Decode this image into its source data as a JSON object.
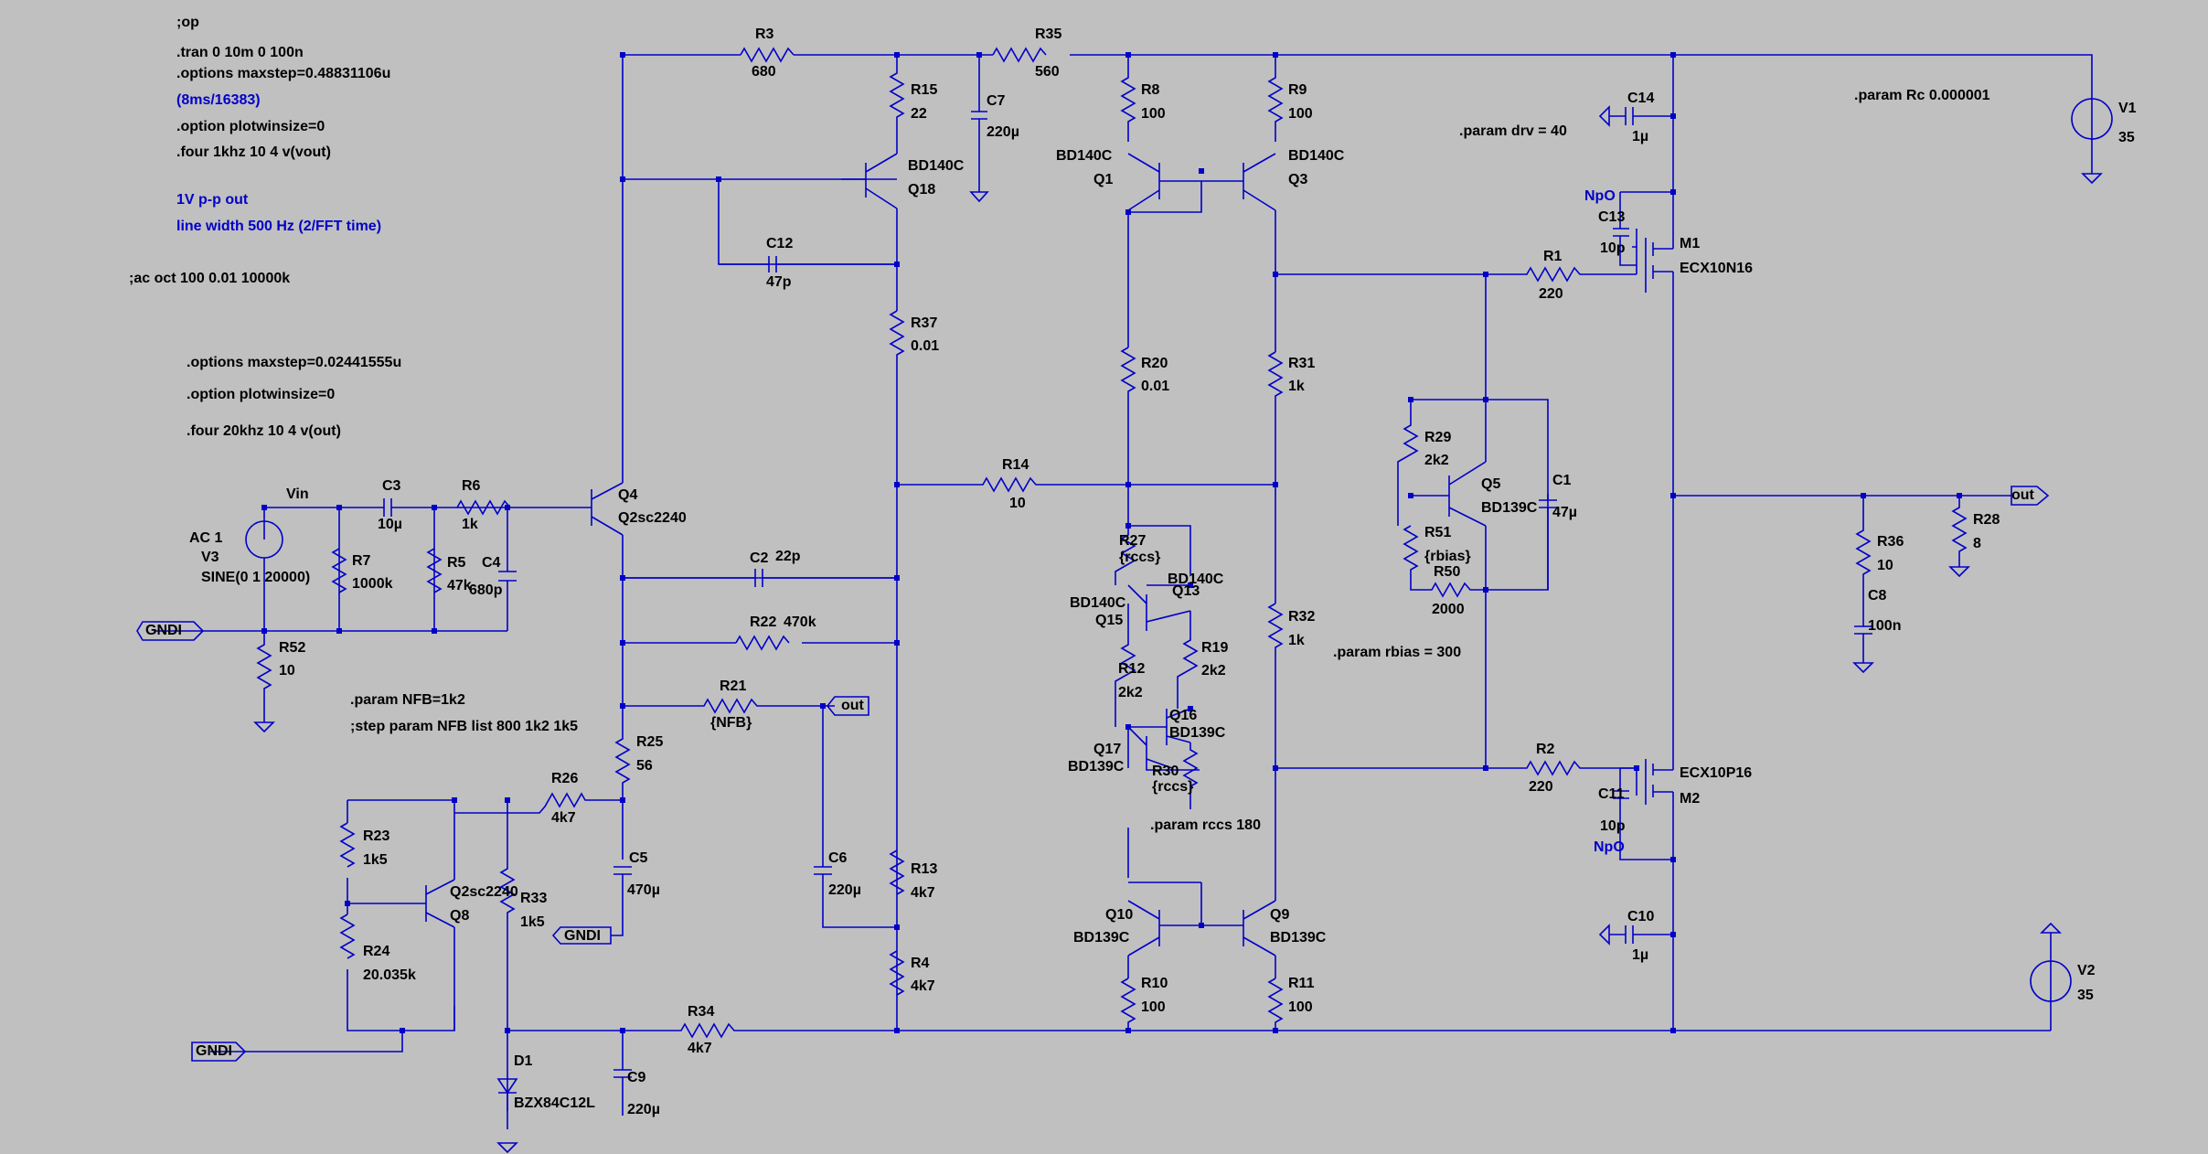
{
  "spice": {
    "op": ";op",
    "tran": ".tran 0 10m 0 100n",
    "maxstep1": ".options maxstep=0.48831106u",
    "ratio": "(8ms/16383)",
    "plotwin1": ".option plotwinsize=0",
    "four1": ".four 1khz 10 4 v(vout)",
    "pp": "1V p-p out",
    "linewidth": "line width 500 Hz (2/FFT time)",
    "ac": ";ac oct 100 0.01 10000k",
    "maxstep2": ".options maxstep=0.02441555u",
    "plotwin2": ".option plotwinsize=0",
    "four2": ".four 20khz 10 4 v(out)",
    "rc": ".param Rc 0.000001",
    "drv": ".param drv = 40",
    "rbias": ".param rbias = 300",
    "nfb": ".param NFB=1k2",
    "step": ";step param NFB list 800 1k2 1k5",
    "rccs": ".param rccs 180"
  },
  "labels": {
    "vin": "Vin",
    "ac1": "AC 1",
    "v3": "V3",
    "sine": "SINE(0 1 20000)",
    "gndi": "GNDI",
    "out": "out",
    "r3": "R3",
    "r3v": "680",
    "r35": "R35",
    "r35v": "560",
    "r15": "R15",
    "r15v": "22",
    "c7": "C7",
    "c7v": "220µ",
    "q18": "Q18",
    "q18m": "BD140C",
    "c12": "C12",
    "c12v": "47p",
    "r37": "R37",
    "r37v": "0.01",
    "r8": "R8",
    "r8v": "100",
    "r9": "R9",
    "r9v": "100",
    "q1": "Q1",
    "q1m": "BD140C",
    "q3": "Q3",
    "q3m": "BD140C",
    "c14": "C14",
    "c14v": "1µ",
    "npo1": "NpO",
    "c13": "C13",
    "c13v": "10p",
    "m1": "M1",
    "m1m": "ECX10N16",
    "r1": "R1",
    "r1v": "220",
    "v1": "V1",
    "v1v": "35",
    "r20": "R20",
    "r20v": "0.01",
    "r31": "R31",
    "r31v": "1k",
    "r14": "R14",
    "r14v": "10",
    "r29": "R29",
    "r29v": "2k2",
    "q5": "Q5",
    "q5m": "BD139C",
    "c1": "C1",
    "c1v": "47µ",
    "r51": "R51",
    "r51v": "{rbias}",
    "r50": "R50",
    "r50v": "2000",
    "c3": "C3",
    "c3v": "10µ",
    "r6": "R6",
    "r6v": "1k",
    "q4": "Q4",
    "q4m": "Q2sc2240",
    "r7": "R7",
    "r7v": "1000k",
    "r5": "R5",
    "r5v": "47k",
    "c4": "C4",
    "c4v": "680p",
    "r52": "R52",
    "r52v": "10",
    "c2": "C2",
    "c2v": "22p",
    "r22": "R22",
    "r22v": "470k",
    "r21": "R21",
    "r21v": "{NFB}",
    "r27": "R27",
    "r27v": "{rccs}",
    "q13": "Q13",
    "q13m": "BD140C",
    "q15": "Q15",
    "q15m": "BD140C",
    "r12": "R12",
    "r12v": "2k2",
    "r19": "R19",
    "r19v": "2k2",
    "q16": "Q16",
    "q16m": "BD139C",
    "q17": "Q17",
    "q17m": "BD139C",
    "r30": "R30",
    "r30v": "{rccs}",
    "r32": "R32",
    "r32v": "1k",
    "r36": "R36",
    "r36v": "10",
    "c8": "C8",
    "c8v": "100n",
    "r28": "R28",
    "r28v": "8",
    "r2": "R2",
    "r2v": "220",
    "m2": "M2",
    "m2m": "ECX10P16",
    "c11": "C11",
    "c11v": "10p",
    "npo2": "NpO",
    "r25": "R25",
    "r25v": "56",
    "c5": "C5",
    "c5v": "470µ",
    "r26": "R26",
    "r26v": "4k7",
    "r23": "R23",
    "r23v": "1k5",
    "q8": "Q8",
    "q8m": "Q2sc2240",
    "r33": "R33",
    "r33v": "1k5",
    "r24": "R24",
    "r24v": "20.035k",
    "c6": "C6",
    "c6v": "220µ",
    "r13": "R13",
    "r13v": "4k7",
    "r4": "R4",
    "r4v": "4k7",
    "q10": "Q10",
    "q10m": "BD139C",
    "q9": "Q9",
    "q9m": "BD139C",
    "r10": "R10",
    "r10v": "100",
    "r11": "R11",
    "r11v": "100",
    "c10": "C10",
    "c10v": "1µ",
    "v2": "V2",
    "v2v": "35",
    "r34": "R34",
    "r34v": "4k7",
    "d1": "D1",
    "d1m": "BZX84C12L",
    "c9": "C9",
    "c9v": "220µ"
  },
  "colors": {
    "wire": "#0000c8",
    "background": "#c0c0c0",
    "text": "#000000",
    "directive": "#0000c8"
  }
}
